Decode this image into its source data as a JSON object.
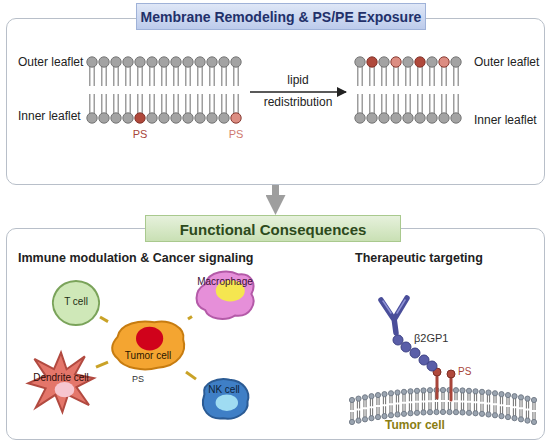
{
  "diagram": {
    "nodes": [
      {
        "text": [
          "Membrane Remodeling & PS/PE Exposure"
        ]
      },
      {
        "text": [
          "Functional Consequences",
          "Immune modulation & Cancer signaling",
          "Therapeutic targeting"
        ]
      },
      {
        "text": [
          "T cell"
        ],
        "in": 1
      },
      {
        "text": [
          "Macrophage"
        ],
        "in": 1
      },
      {
        "text": [
          "Tumor cell"
        ],
        "in": 1
      },
      {
        "text": [
          "Dendrite cell"
        ],
        "in": 1
      },
      {
        "text": [
          "NK cell"
        ],
        "in": 1
      }
    ],
    "edges": [
      {
        "from": 0,
        "to": 1,
        "arrow": "to"
      },
      {
        "from": 4,
        "to": 2,
        "arrow": "none"
      },
      {
        "from": 4,
        "to": 3,
        "arrow": "none"
      },
      {
        "from": 4,
        "to": 5,
        "arrow": "none"
      },
      {
        "from": 4,
        "to": 6,
        "arrow": "none"
      }
    ],
    "labels": [
      "Outer leaflet",
      "Inner leaflet",
      "PS",
      "PS",
      "lipid",
      "redistribution",
      "Outer leaflet",
      "Inner leaflet",
      "PS",
      "β2GP1",
      "PS",
      "Tumor cell"
    ]
  }
}
